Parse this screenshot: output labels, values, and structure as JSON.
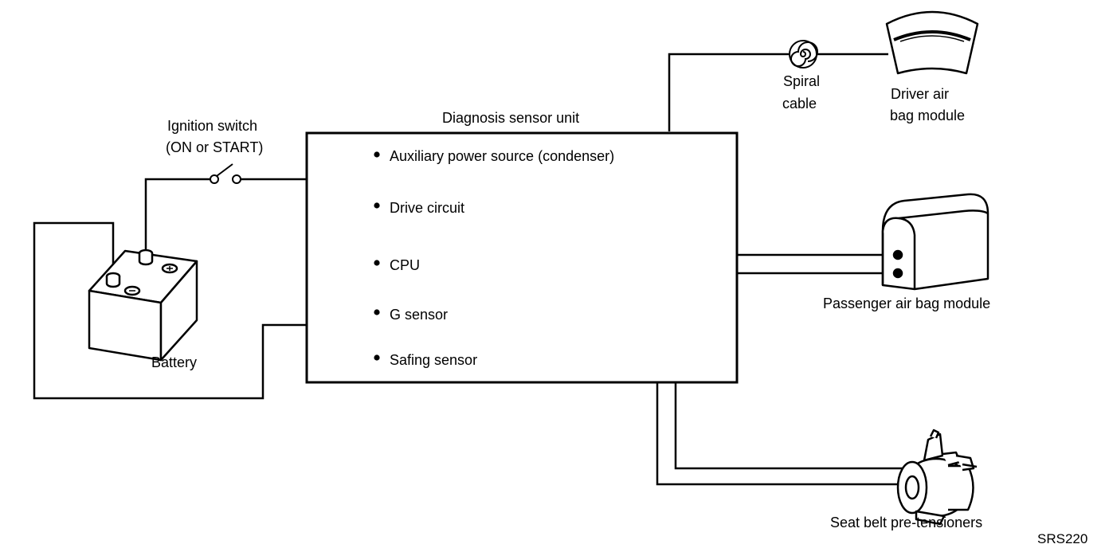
{
  "diagram": {
    "dsu_title": "Diagnosis sensor unit",
    "dsu_items": [
      "Auxiliary power source (condenser)",
      "Drive circuit",
      "CPU",
      "G sensor",
      "Safing sensor"
    ],
    "ignition_line1": "Ignition switch",
    "ignition_line2": "(ON or START)",
    "battery": "Battery",
    "spiral_line1": "Spiral",
    "spiral_line2": "cable",
    "driver_line1": "Driver air",
    "driver_line2": "bag module",
    "passenger": "Passenger air bag module",
    "seatbelt": "Seat belt pre-tensioners",
    "ref_code": "SRS220"
  }
}
